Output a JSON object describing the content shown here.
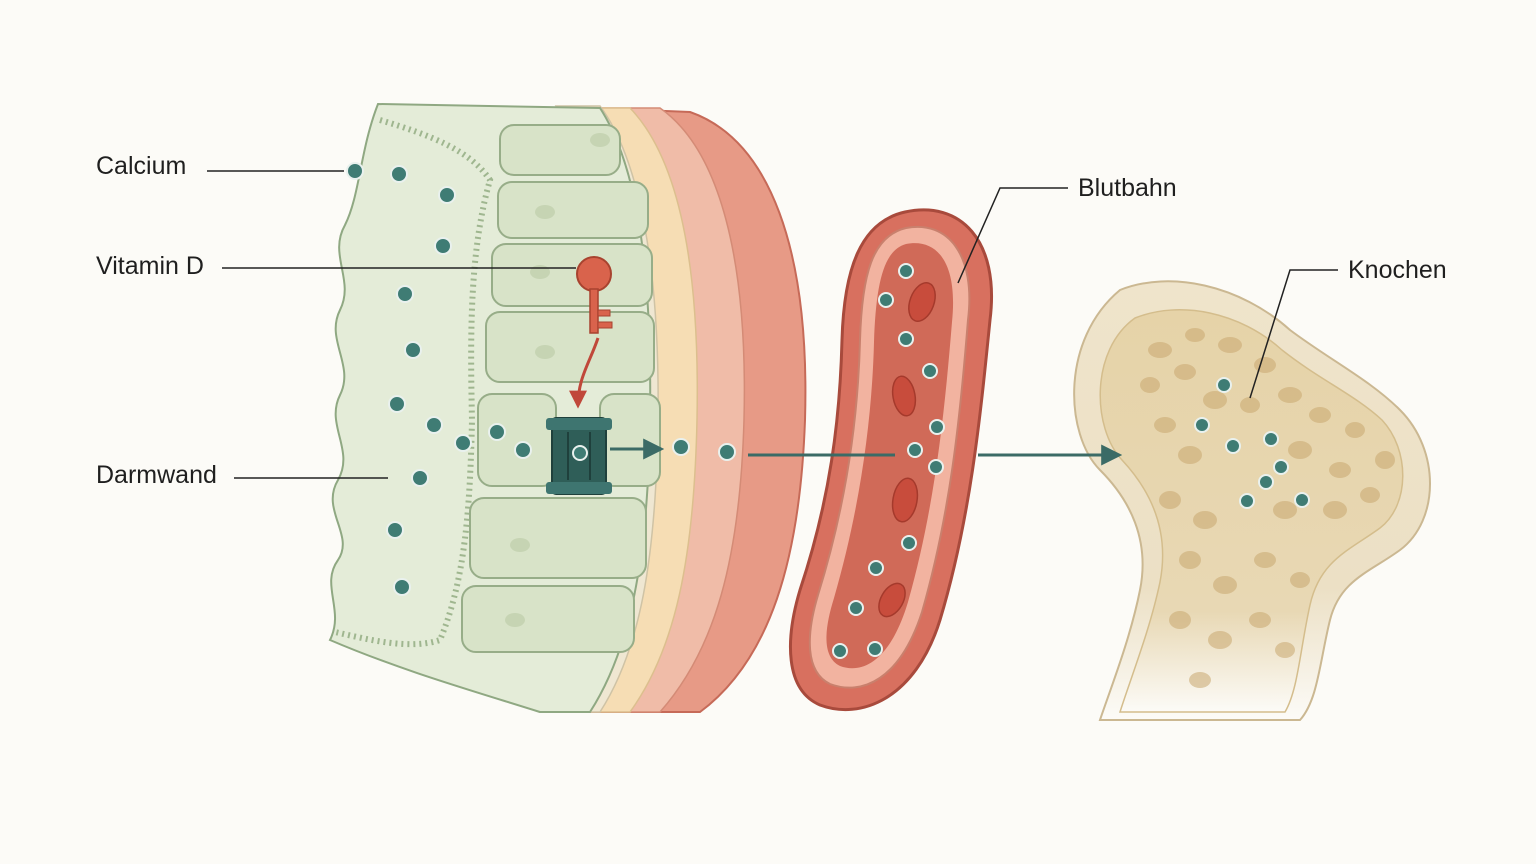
{
  "labels": {
    "calcium": "Calcium",
    "vitamin_d": "Vitamin D",
    "darmwand": "Darmwand",
    "blutbahn": "Blutbahn",
    "knochen": "Knochen"
  },
  "colors": {
    "background": "#fcfbf7",
    "calcium_ion": "#3f7c74",
    "vitamin_d_key": "#d9634c",
    "transporter": "#2f5e58",
    "intestine_tissue": "#dfe8d2",
    "blood_vessel": "#d8705f",
    "bone": "#e9dcc0",
    "arrow": "#3b6b66"
  },
  "icons": {
    "vitamin_d": "key-icon",
    "calcium": "ion-dot-icon",
    "transporter": "channel-icon"
  }
}
